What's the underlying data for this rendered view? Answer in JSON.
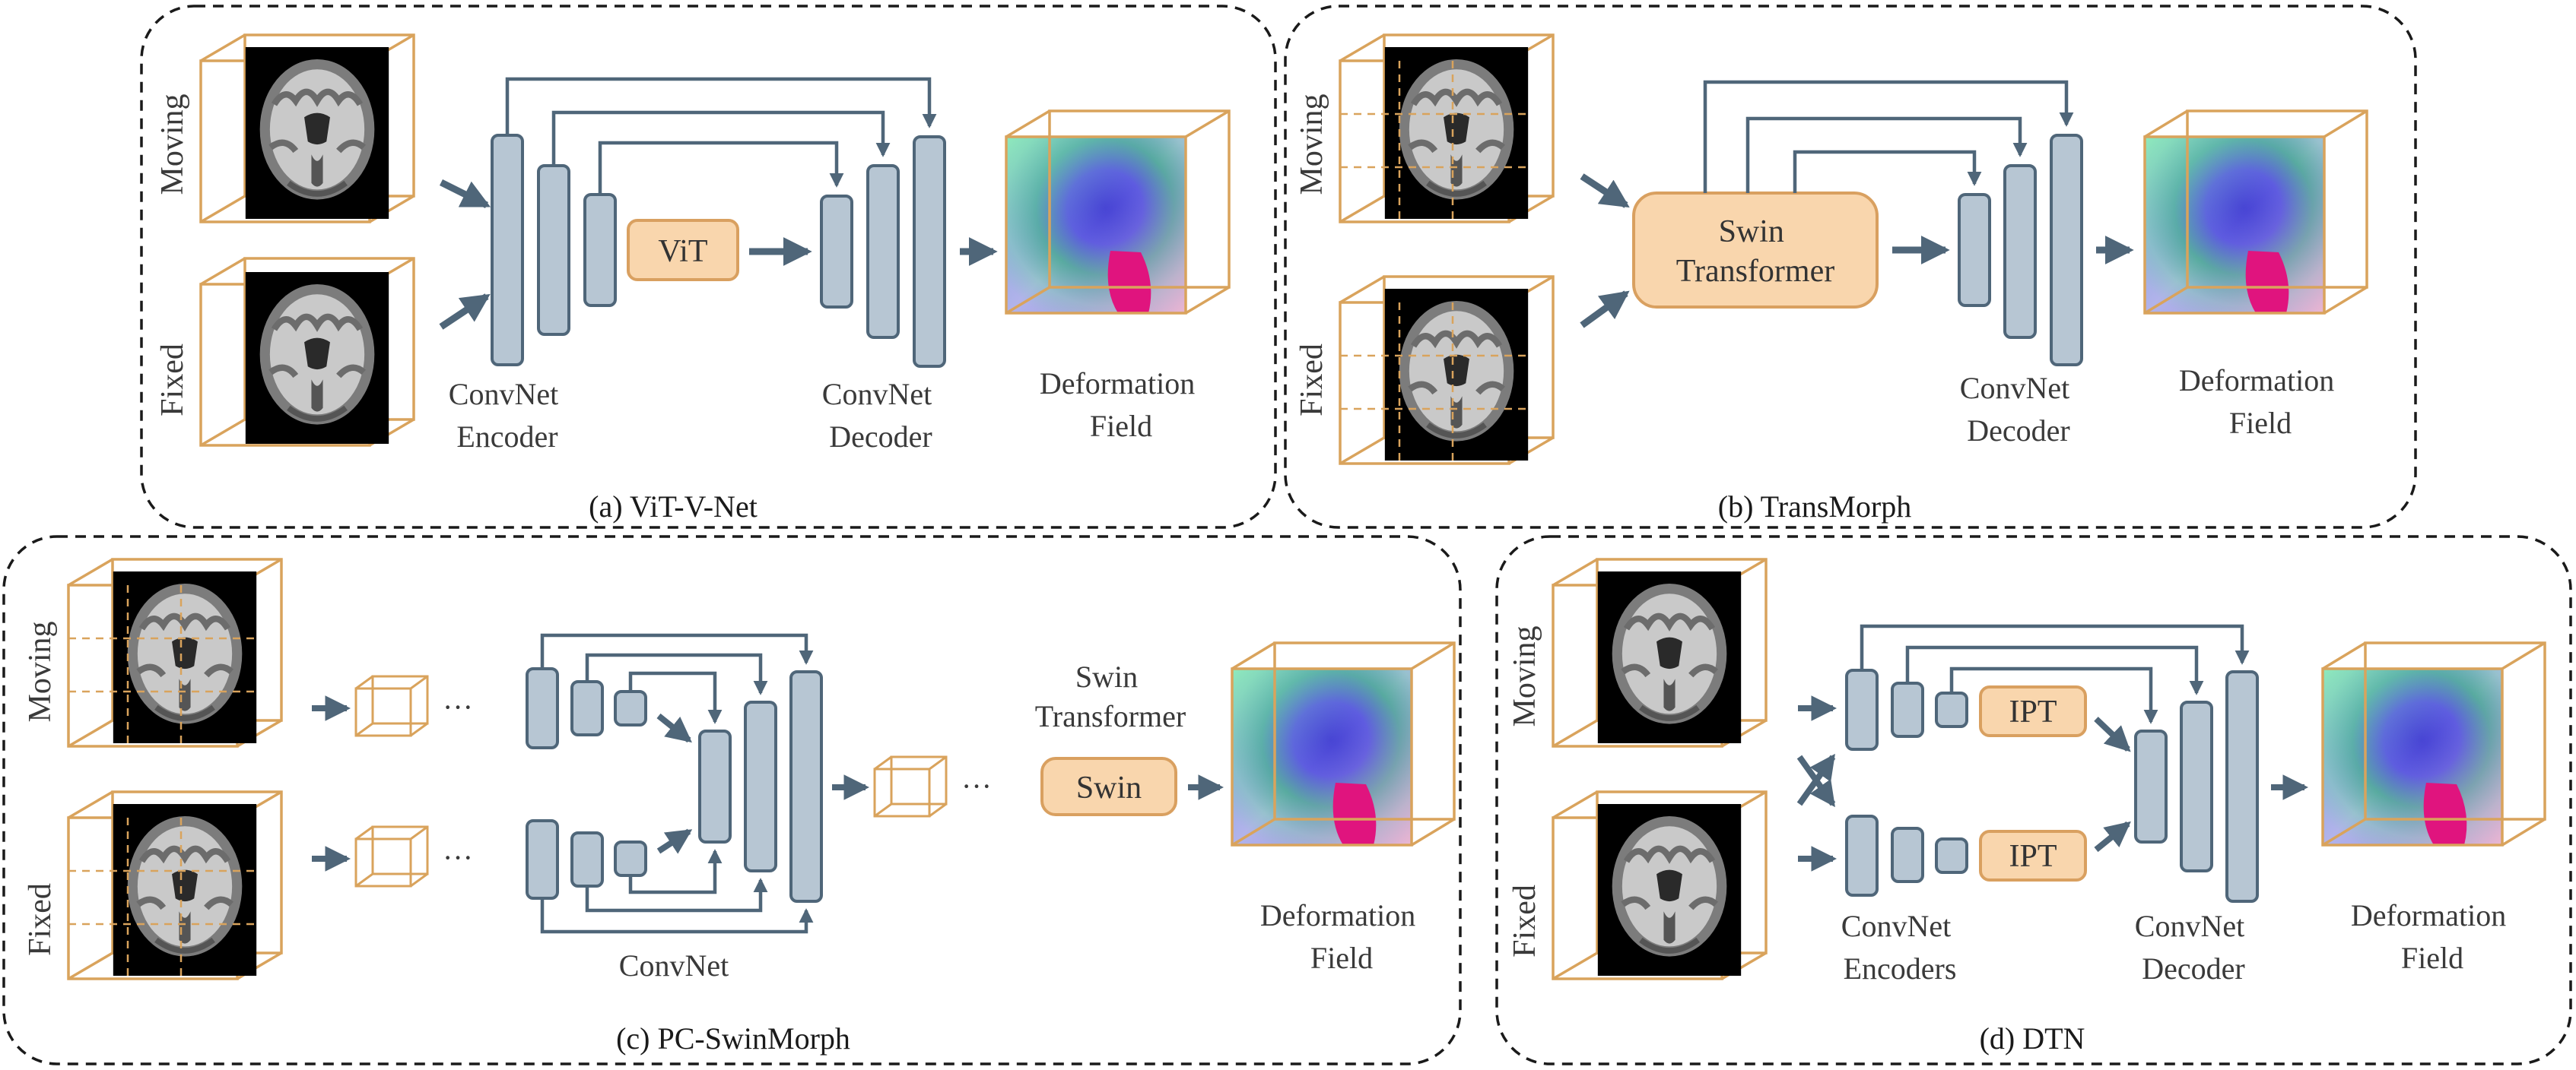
{
  "panels": {
    "a": {
      "caption": "(a) ViT-V-Net",
      "moving_label": "Moving",
      "fixed_label": "Fixed",
      "block_label": "ViT",
      "encoder_label": [
        "ConvNet",
        "Encoder"
      ],
      "decoder_label": [
        "ConvNet",
        "Decoder"
      ],
      "output_label": [
        "Deformation",
        "Field"
      ]
    },
    "b": {
      "caption": "(b) TransMorph",
      "moving_label": "Moving",
      "fixed_label": "Fixed",
      "block_label": [
        "Swin",
        "Transformer"
      ],
      "decoder_label": [
        "ConvNet",
        "Decoder"
      ],
      "output_label": [
        "Deformation",
        "Field"
      ]
    },
    "c": {
      "caption": "(c) PC-SwinMorph",
      "moving_label": "Moving",
      "fixed_label": "Fixed",
      "convnet_label": "ConvNet",
      "swin_title": [
        "Swin",
        "Transformer"
      ],
      "block_label": "Swin",
      "ellipsis": "···",
      "output_label": [
        "Deformation",
        "Field"
      ]
    },
    "d": {
      "caption": "(d) DTN",
      "moving_label": "Moving",
      "fixed_label": "Fixed",
      "block_label": "IPT",
      "encoders_label": [
        "ConvNet",
        "Encoders"
      ],
      "decoder_label": [
        "ConvNet",
        "Decoder"
      ],
      "output_label": [
        "Deformation",
        "Field"
      ]
    }
  },
  "colors": {
    "frame": "#1a1a1a",
    "conv_block_fill": "#b7c6d3",
    "conv_block_stroke": "#4f6679",
    "arrow": "#4f6679",
    "transformer_fill": "#f9d6ad",
    "transformer_stroke": "#d9a060",
    "cube_edge": "#d9a35c"
  }
}
